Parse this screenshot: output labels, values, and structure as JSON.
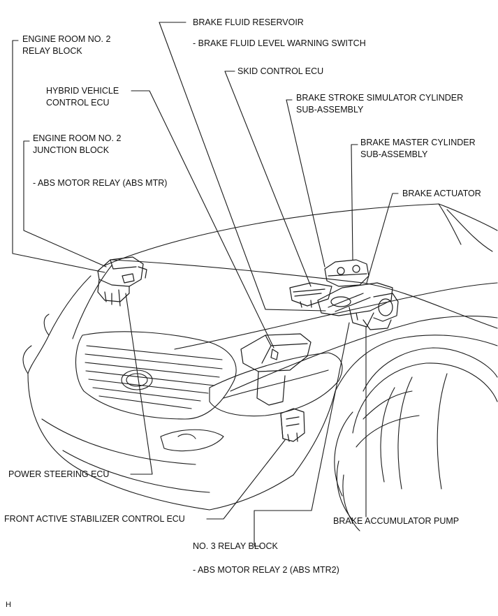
{
  "labels": {
    "engine_room_relay": [
      "ENGINE ROOM NO. 2",
      "RELAY BLOCK"
    ],
    "hybrid_ecu": [
      "HYBRID VEHICLE",
      "CONTROL ECU"
    ],
    "engine_room_junction": [
      "ENGINE ROOM NO. 2",
      "JUNCTION BLOCK"
    ],
    "abs_motor_relay": "- ABS MOTOR RELAY (ABS MTR)",
    "brake_fluid_reservoir": "BRAKE FLUID RESERVOIR",
    "brake_fluid_switch": "- BRAKE FLUID LEVEL WARNING SWITCH",
    "skid_control_ecu": "SKID CONTROL ECU",
    "stroke_simulator": [
      "BRAKE STROKE SIMULATOR CYLINDER",
      "SUB-ASSEMBLY"
    ],
    "master_cylinder": [
      "BRAKE MASTER CYLINDER",
      "SUB-ASSEMBLY"
    ],
    "brake_actuator": "BRAKE ACTUATOR",
    "power_steering_ecu": "POWER STEERING ECU",
    "front_stabilizer_ecu": "FRONT ACTIVE STABILIZER CONTROL ECU",
    "accumulator_pump": "BRAKE ACCUMULATOR PUMP",
    "no3_relay_block": "NO. 3 RELAY BLOCK",
    "abs_motor_relay2": "- ABS MOTOR RELAY 2 (ABS MTR2)",
    "figure_code": "H"
  },
  "colors": {
    "line": "#1a1a1a",
    "text": "#111111",
    "background": "#ffffff"
  }
}
